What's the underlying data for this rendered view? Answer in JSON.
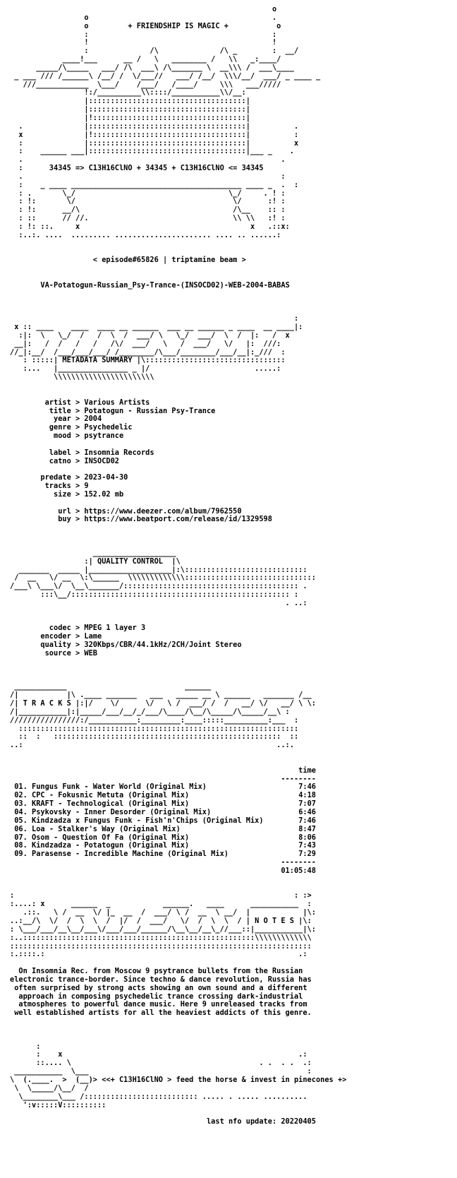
{
  "header": {
    "tagline": "+ FRIENDSHIP IS MAGIC +",
    "formula": "34345 => C13H16ClNO + 34345 + C13H16ClNO <= 34345",
    "episode": "< episode#65826 | triptamine beam >",
    "release_name": "VA-Potatogun-Russian_Psy-Trance-(INSOCD02)-WEB-2004-BABAS"
  },
  "metadata": {
    "section_title": "METADATA SUMMARY",
    "fields": [
      {
        "key": "artist",
        "value": "Various Artists"
      },
      {
        "key": "title",
        "value": "Potatogun - Russian Psy-Trance"
      },
      {
        "key": "year",
        "value": "2004"
      },
      {
        "key": "genre",
        "value": "Psychedelic"
      },
      {
        "key": "mood",
        "value": "psytrance"
      },
      {
        "key": "label",
        "value": "Insomnia Records"
      },
      {
        "key": "catno",
        "value": "INSOCD02"
      },
      {
        "key": "predate",
        "value": "2023-04-30"
      },
      {
        "key": "tracks",
        "value": "9"
      },
      {
        "key": "size",
        "value": "152.02 mb"
      },
      {
        "key": "url",
        "value": "https://www.deezer.com/album/7962550"
      },
      {
        "key": "buy",
        "value": "https://www.beatport.com/release/id/1329598"
      }
    ]
  },
  "quality": {
    "section_title": "QUALITY CONTROL",
    "fields": [
      {
        "key": "codec",
        "value": "MPEG 1 layer 3"
      },
      {
        "key": "encoder",
        "value": "Lame"
      },
      {
        "key": "quality",
        "value": "320Kbps/CBR/44.1kHz/2CH/Joint Stereo"
      },
      {
        "key": "source",
        "value": "WEB"
      }
    ]
  },
  "tracks": {
    "section_title": "T R A C K S",
    "time_header": "time",
    "items": [
      {
        "num": "01.",
        "title": "Fungus Funk - Water World (Original Mix)",
        "time": "7:46"
      },
      {
        "num": "02.",
        "title": "CPC - Fokusnic Metuta (Original Mix)",
        "time": "4:18"
      },
      {
        "num": "03.",
        "title": "KRAFT - Technological (Original Mix)",
        "time": "7:07"
      },
      {
        "num": "04.",
        "title": "Psykovsky - Inner Desorder (Original Mix)",
        "time": "6:46"
      },
      {
        "num": "05.",
        "title": "Kindzadza x Fungus Funk - Fish'n'Chips (Original Mix)",
        "time": "7:46"
      },
      {
        "num": "06.",
        "title": "Loa - Stalker's Way (Original Mix)",
        "time": "8:47"
      },
      {
        "num": "07.",
        "title": "Osom - Question Of Fa (Original Mix)",
        "time": "8:06"
      },
      {
        "num": "08.",
        "title": "Kindzadza - Potatogun (Original Mix)",
        "time": "7:43"
      },
      {
        "num": "09.",
        "title": "Parasense - Incredible Machine (Original Mix)",
        "time": "7:29"
      }
    ],
    "total": "01:05:48"
  },
  "notes": {
    "section_title": "N O T E S",
    "lines": [
      "On Insomnia Rec. from Moscow 9 psytrance bullets from the Russian",
      "electronic trance-border. Since techno & dance revolution, Russia has",
      "often surprised by strong acts showing an own sound and a different",
      "approach in composing psychedelic trance crossing dark-industrial",
      "atmospheres to powerful dance music. Here 9 unreleased tracks from",
      "well established artists for all the heaviest addicts of this genre."
    ]
  },
  "footer": {
    "slogan": "<<+ C13H16ClNO > feed the horse & invest in pinecones +>",
    "last_update": "last nfo update: 20220405"
  }
}
